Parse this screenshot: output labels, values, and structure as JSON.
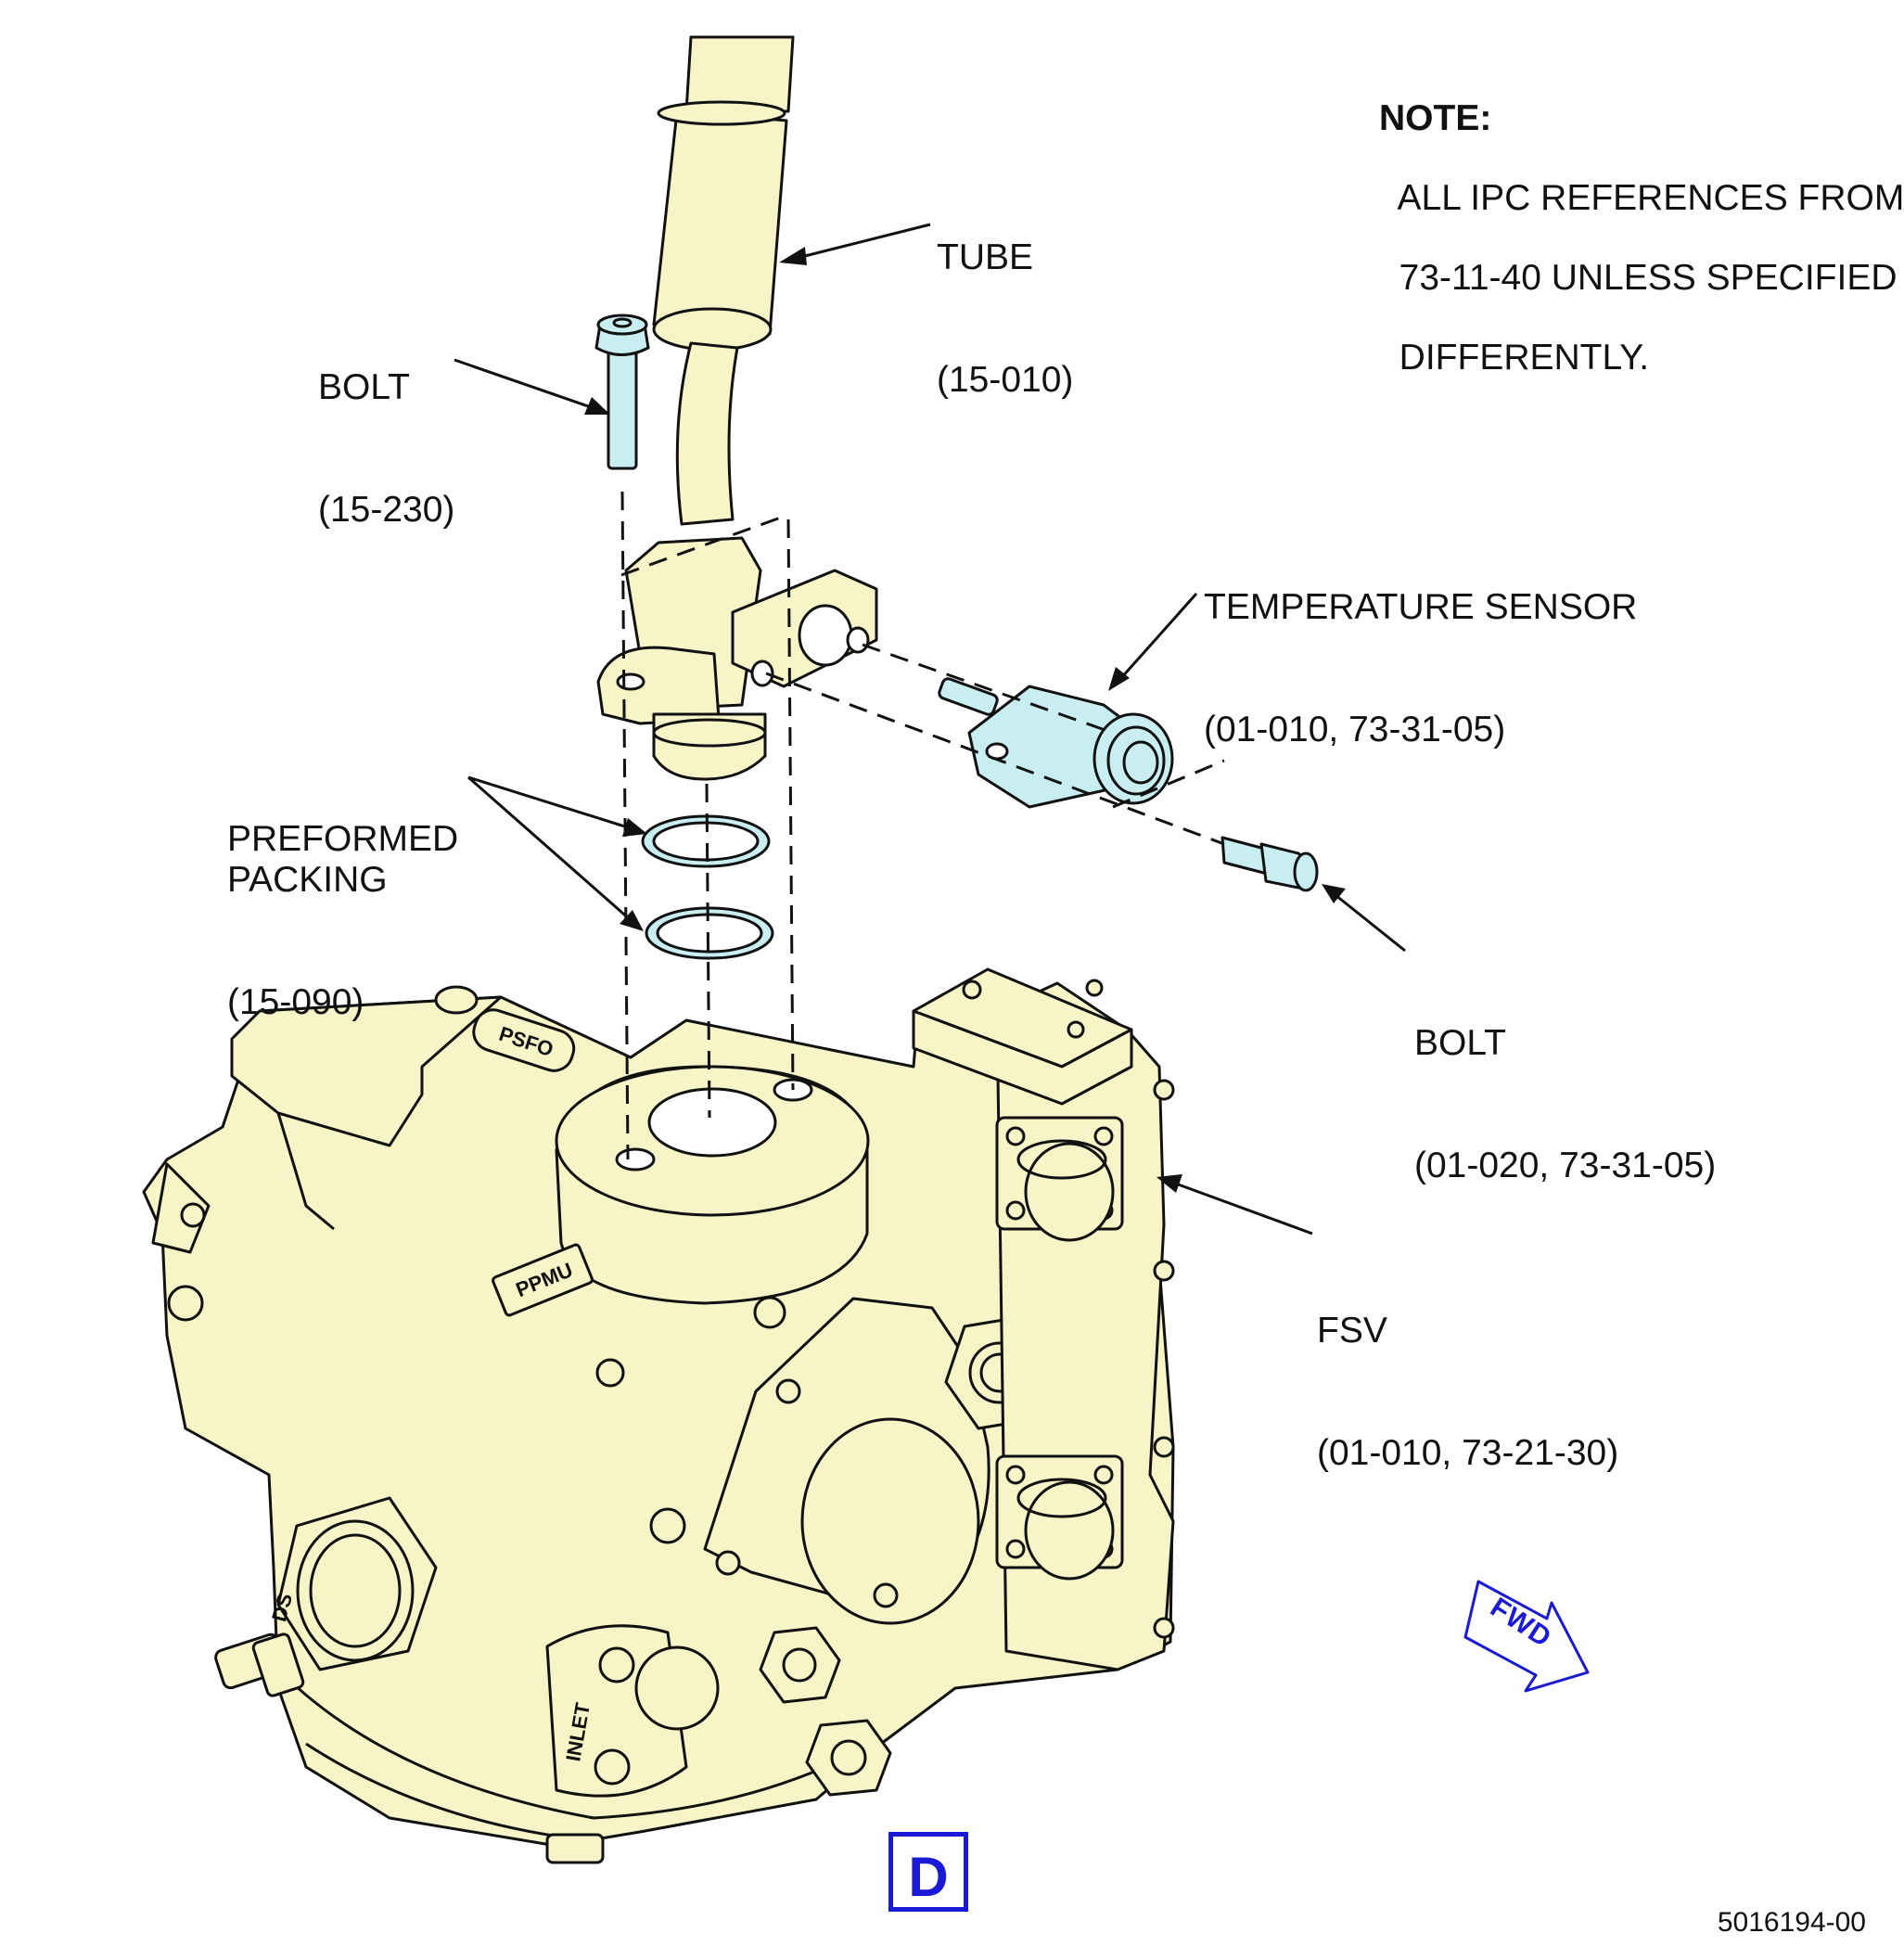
{
  "note": {
    "heading": "NOTE:",
    "lines": [
      "ALL IPC REFERENCES FROM",
      "73-11-40 UNLESS SPECIFIED",
      "DIFFERENTLY."
    ]
  },
  "callouts": {
    "tube": {
      "name": "TUBE",
      "ref": "(15-010)"
    },
    "bolt_top": {
      "name": "BOLT",
      "ref": "(15-230)"
    },
    "temp_sensor": {
      "name": "TEMPERATURE SENSOR",
      "ref": "(01-010, 73-31-05)"
    },
    "packing": {
      "name": "PREFORMED\nPACKING",
      "ref": "(15-090)"
    },
    "bolt_sensor": {
      "name": "BOLT",
      "ref": "(01-020, 73-31-05)"
    },
    "fsv": {
      "name": "FSV",
      "ref": "(01-010, 73-21-30)"
    }
  },
  "part_markings": {
    "psfo": "PSFO",
    "ppmu": "PPMU",
    "inlet": "INLET",
    "ds": "DS"
  },
  "view_letter": "D",
  "fwd_label": "FWD",
  "figure_id": "5016194-00",
  "colors": {
    "pump_fill": "#f7f4c8",
    "part_highlight": "#c9eef2",
    "view_blue": "#1a1ad6",
    "line": "#111111"
  }
}
